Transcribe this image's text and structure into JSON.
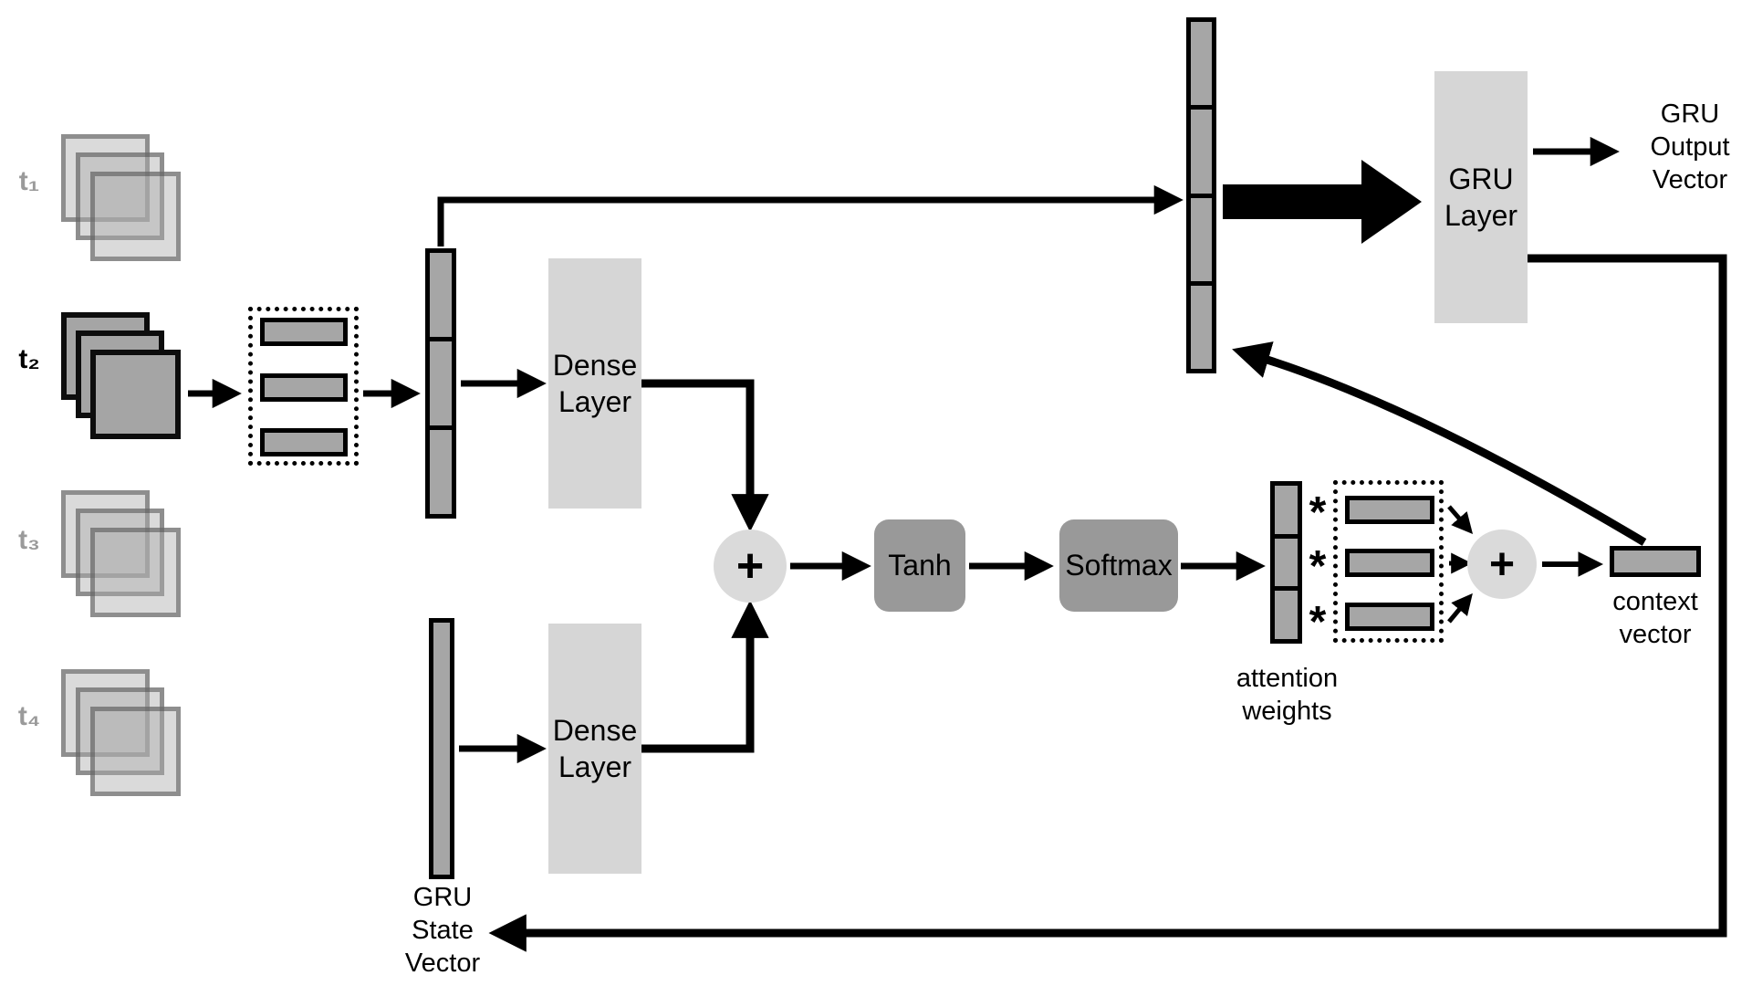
{
  "diagram": {
    "title_domain": "GRU attention mechanism diagram",
    "timesteps": [
      {
        "label": "t₁",
        "emphasis": false
      },
      {
        "label": "t₂",
        "emphasis": true
      },
      {
        "label": "t₃",
        "emphasis": false
      },
      {
        "label": "t₄",
        "emphasis": false
      }
    ],
    "frames_per_timestep": 3,
    "blocks": {
      "dense1": "Dense\nLayer",
      "dense2": "Dense\nLayer",
      "tanh": "Tanh",
      "softmax": "Softmax",
      "gru_layer": "GRU\nLayer"
    },
    "operators": {
      "add1": "+",
      "add2": "+",
      "multiply": "*"
    },
    "labels": {
      "attention_weights": "attention\nweights",
      "context_vector": "context\nvector",
      "gru_state_vector": "GRU\nState\nVector",
      "gru_output_vector": "GRU\nOutput\nVector"
    },
    "vectors": {
      "frame_feature_vector_segments": 3,
      "feature_bank_segments": 4,
      "attention_weights_segments": 3,
      "weighted_feature_bars": 3,
      "cnn_feature_bars": 3
    },
    "colors": {
      "background": "#ffffff",
      "layer_block_fill": "#d6d6d6",
      "op_block_fill": "#999999",
      "bar_fill": "#a6a6a6",
      "add_circle_fill": "#dadada",
      "line": "#000000",
      "faded_label": "#9a9a9a"
    }
  }
}
